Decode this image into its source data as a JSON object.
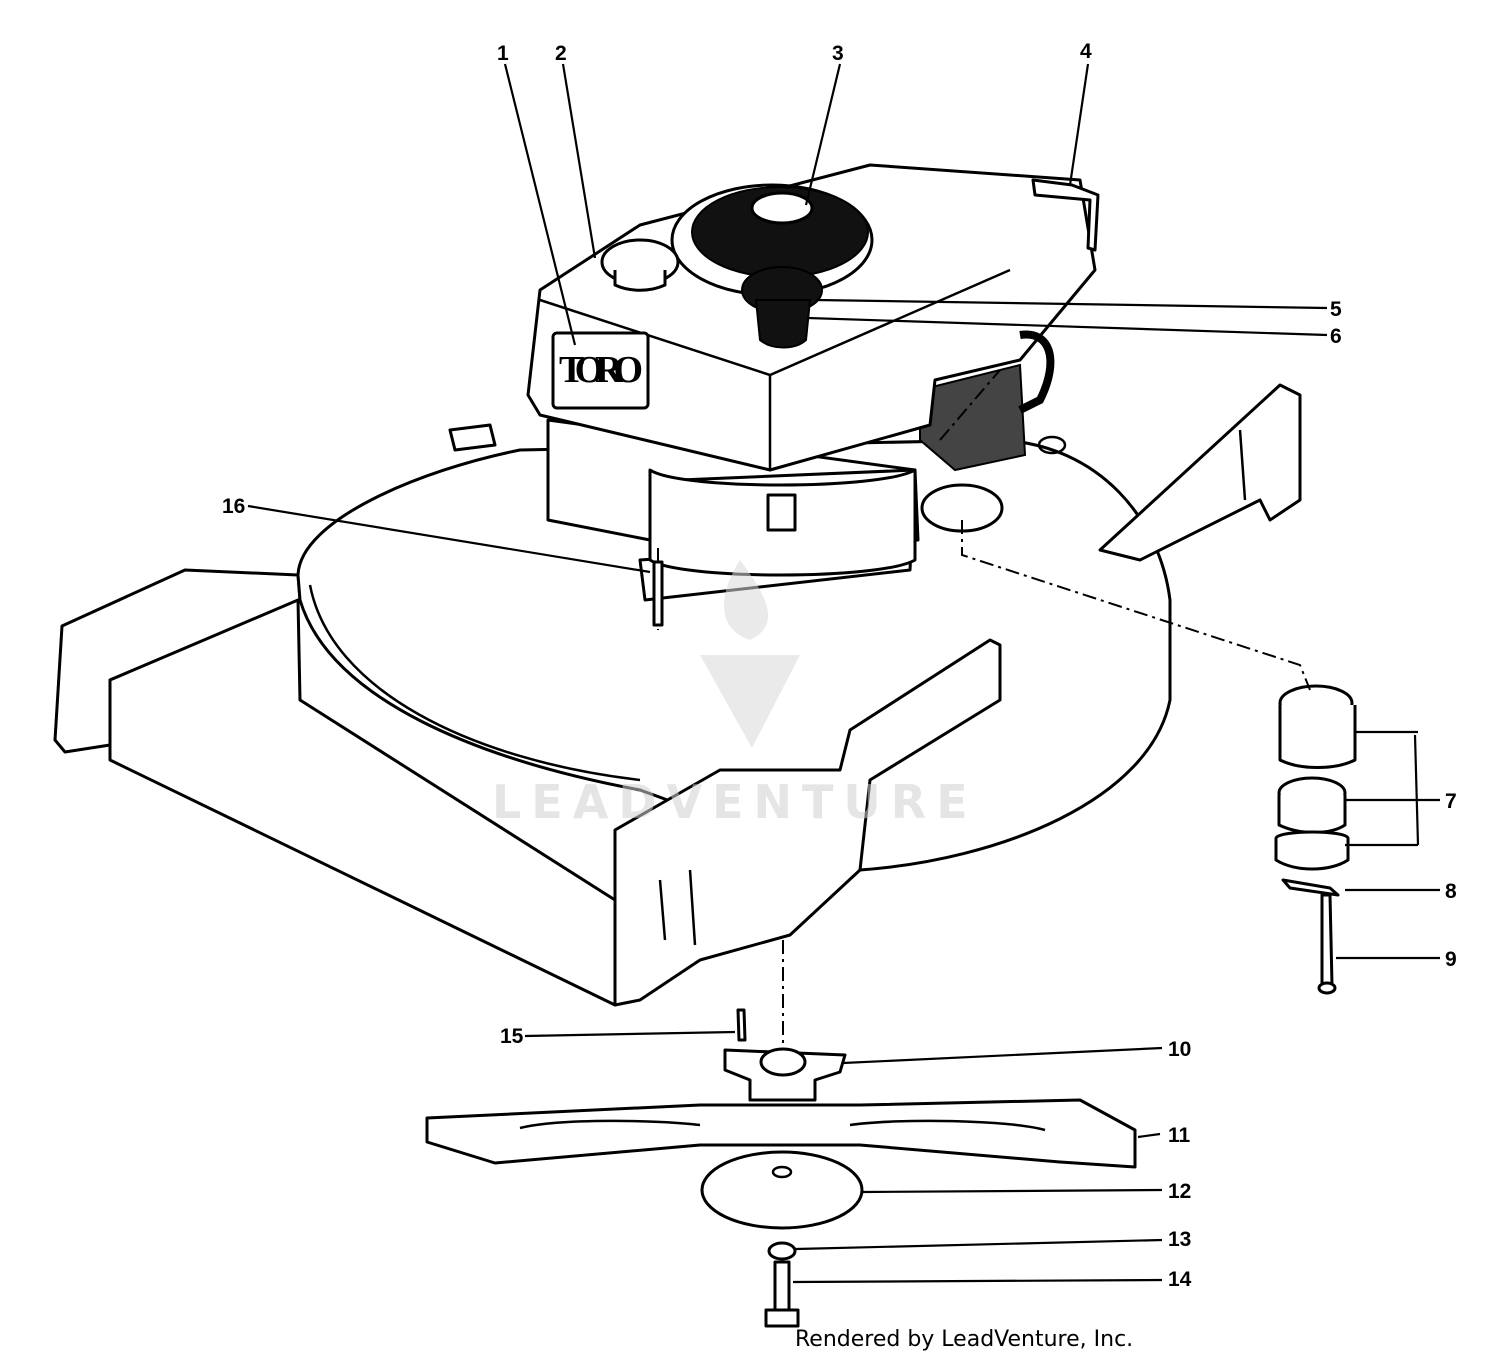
{
  "diagram": {
    "brand_logo": "TORO",
    "watermark": "LEADVENTURE",
    "credit": "Rendered by LeadVenture, Inc.",
    "callouts": [
      "1",
      "2",
      "3",
      "4",
      "5",
      "6",
      "7",
      "8",
      "9",
      "10",
      "11",
      "12",
      "13",
      "14",
      "15",
      "16"
    ]
  }
}
